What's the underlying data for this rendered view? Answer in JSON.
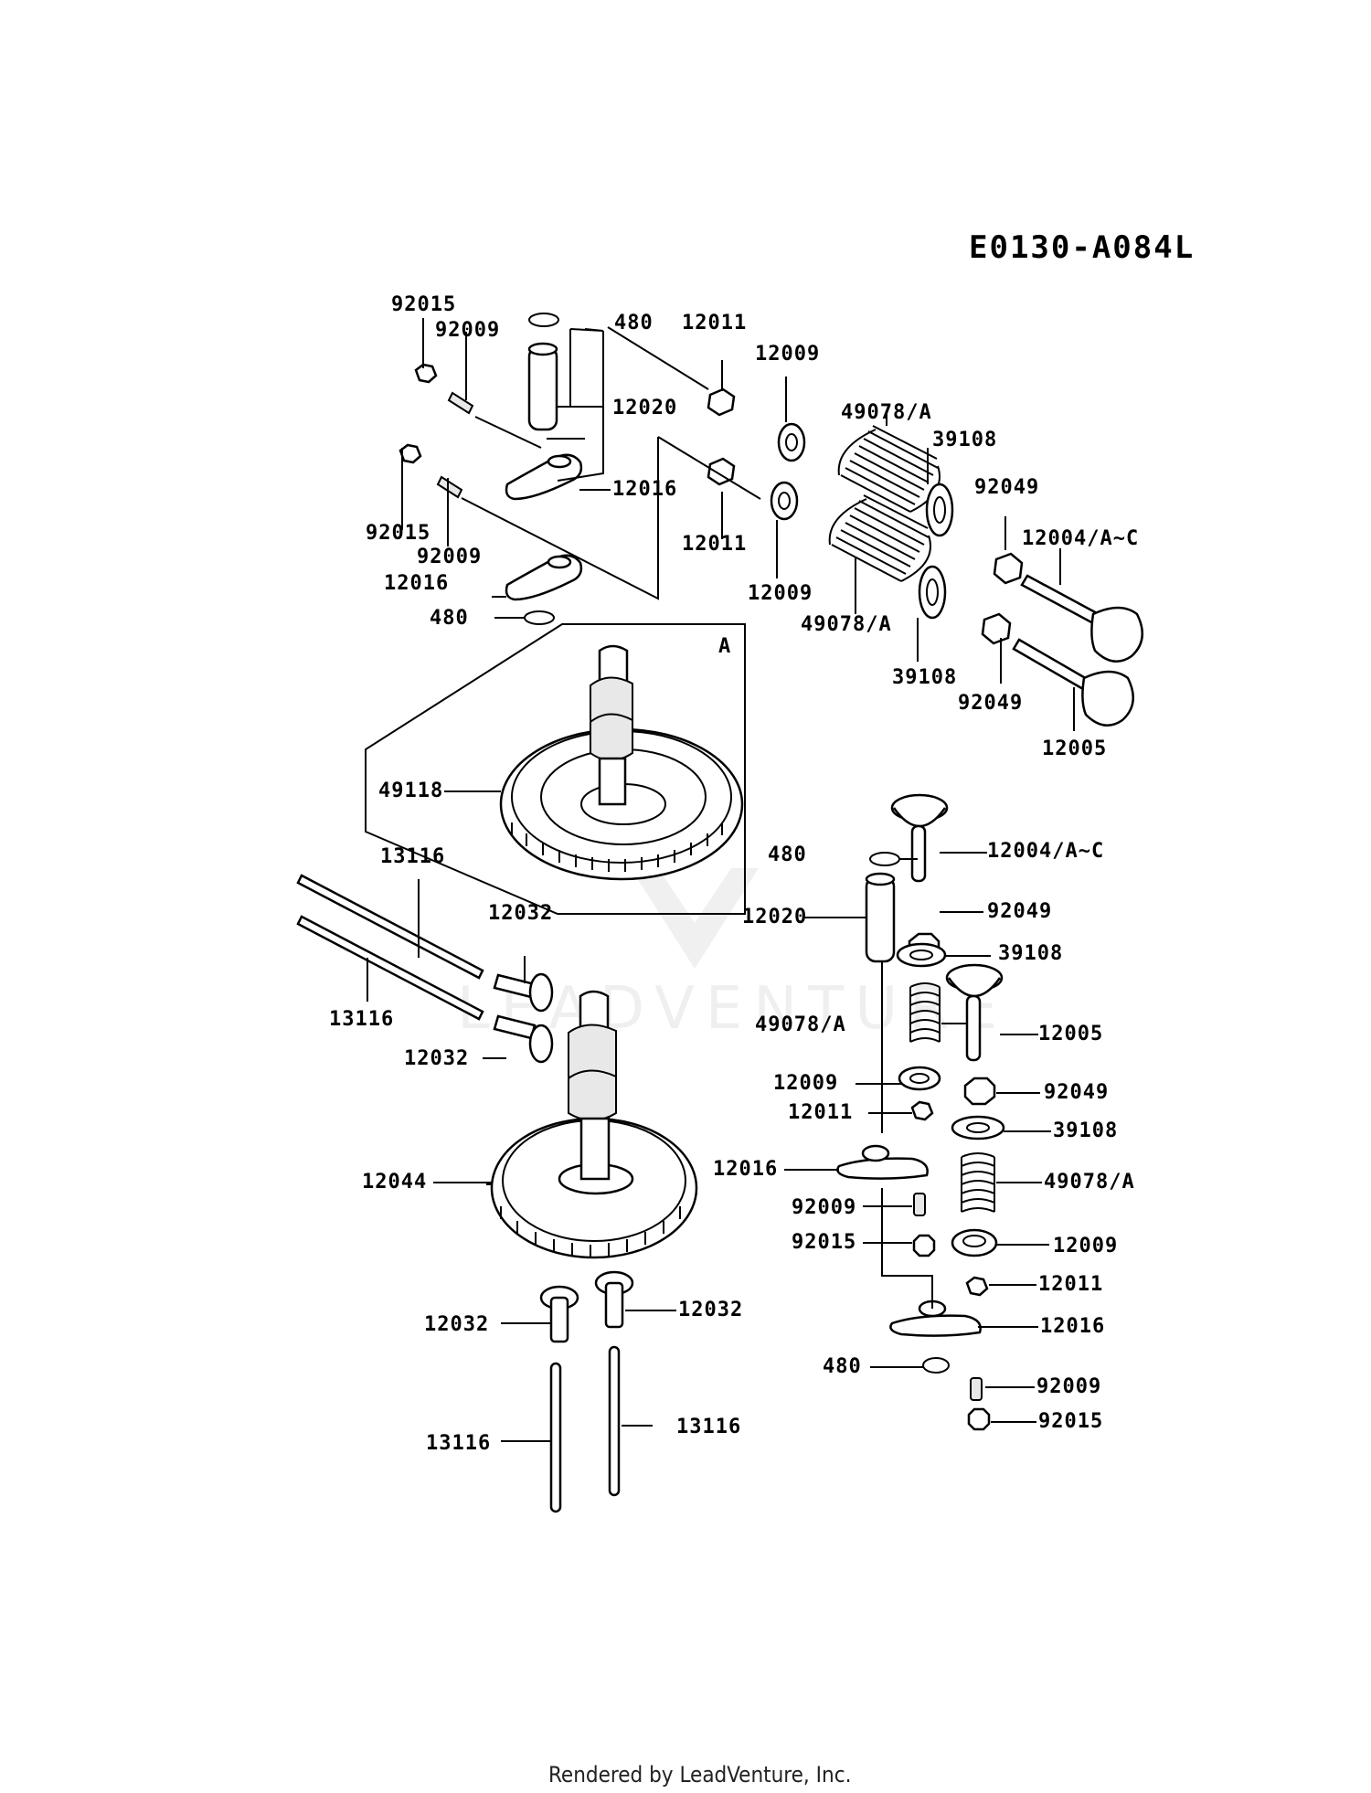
{
  "diagram_id": "E0130-A084L",
  "inset_label": "A",
  "watermark": "LEADVENTURE",
  "footer": "Rendered by LeadVenture, Inc.",
  "parts": {
    "p92015": "92015",
    "p92009": "92009",
    "p480": "480",
    "p12011": "12011",
    "p12009": "12009",
    "p12020": "12020",
    "p12016": "12016",
    "p49078A": "49078/A",
    "p39108": "39108",
    "p92049": "92049",
    "p12004AC": "12004/A~C",
    "p12005": "12005",
    "p49118": "49118",
    "p13116": "13116",
    "p12032": "12032",
    "p12044": "12044"
  }
}
